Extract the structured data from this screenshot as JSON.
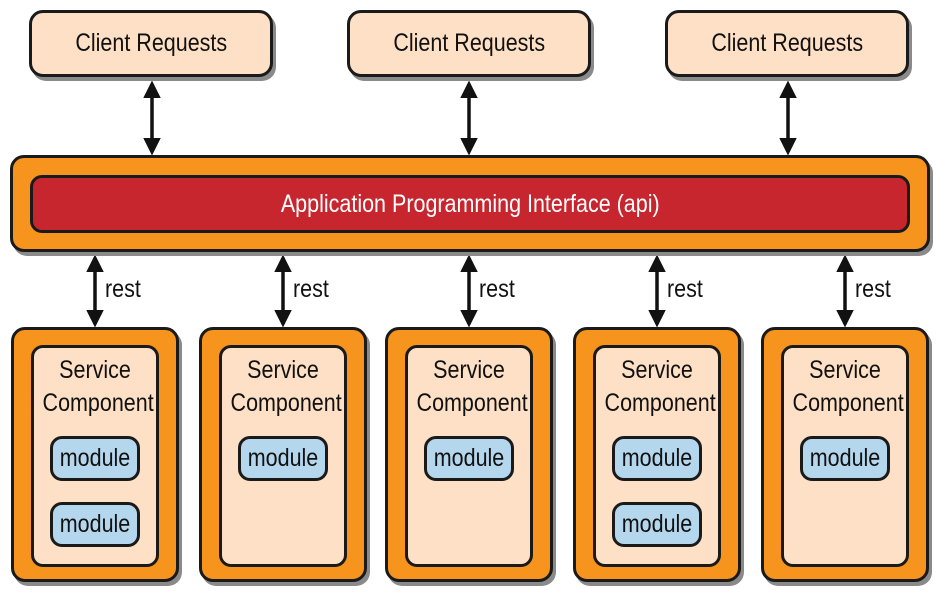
{
  "client_requests": [
    "Client Requests",
    "Client Requests",
    "Client Requests"
  ],
  "api": {
    "label": "Application Programming Interface (api)"
  },
  "rest_labels": [
    "rest",
    "rest",
    "rest",
    "rest",
    "rest"
  ],
  "services": [
    {
      "line1": "Service",
      "line2": "Component",
      "modules": [
        "module",
        "module"
      ]
    },
    {
      "line1": "Service",
      "line2": "Component",
      "modules": [
        "module"
      ]
    },
    {
      "line1": "Service",
      "line2": "Component",
      "modules": [
        "module"
      ]
    },
    {
      "line1": "Service",
      "line2": "Component",
      "modules": [
        "module",
        "module"
      ]
    },
    {
      "line1": "Service",
      "line2": "Component",
      "modules": [
        "module"
      ]
    }
  ],
  "colors": {
    "client_fill": "#fde0c5",
    "api_outer": "#f7941d",
    "api_inner": "#c8262f",
    "service_outer": "#f7941d",
    "service_inner": "#fde0c5",
    "module_fill": "#b5d7ee",
    "outline": "#1a1a1a"
  }
}
